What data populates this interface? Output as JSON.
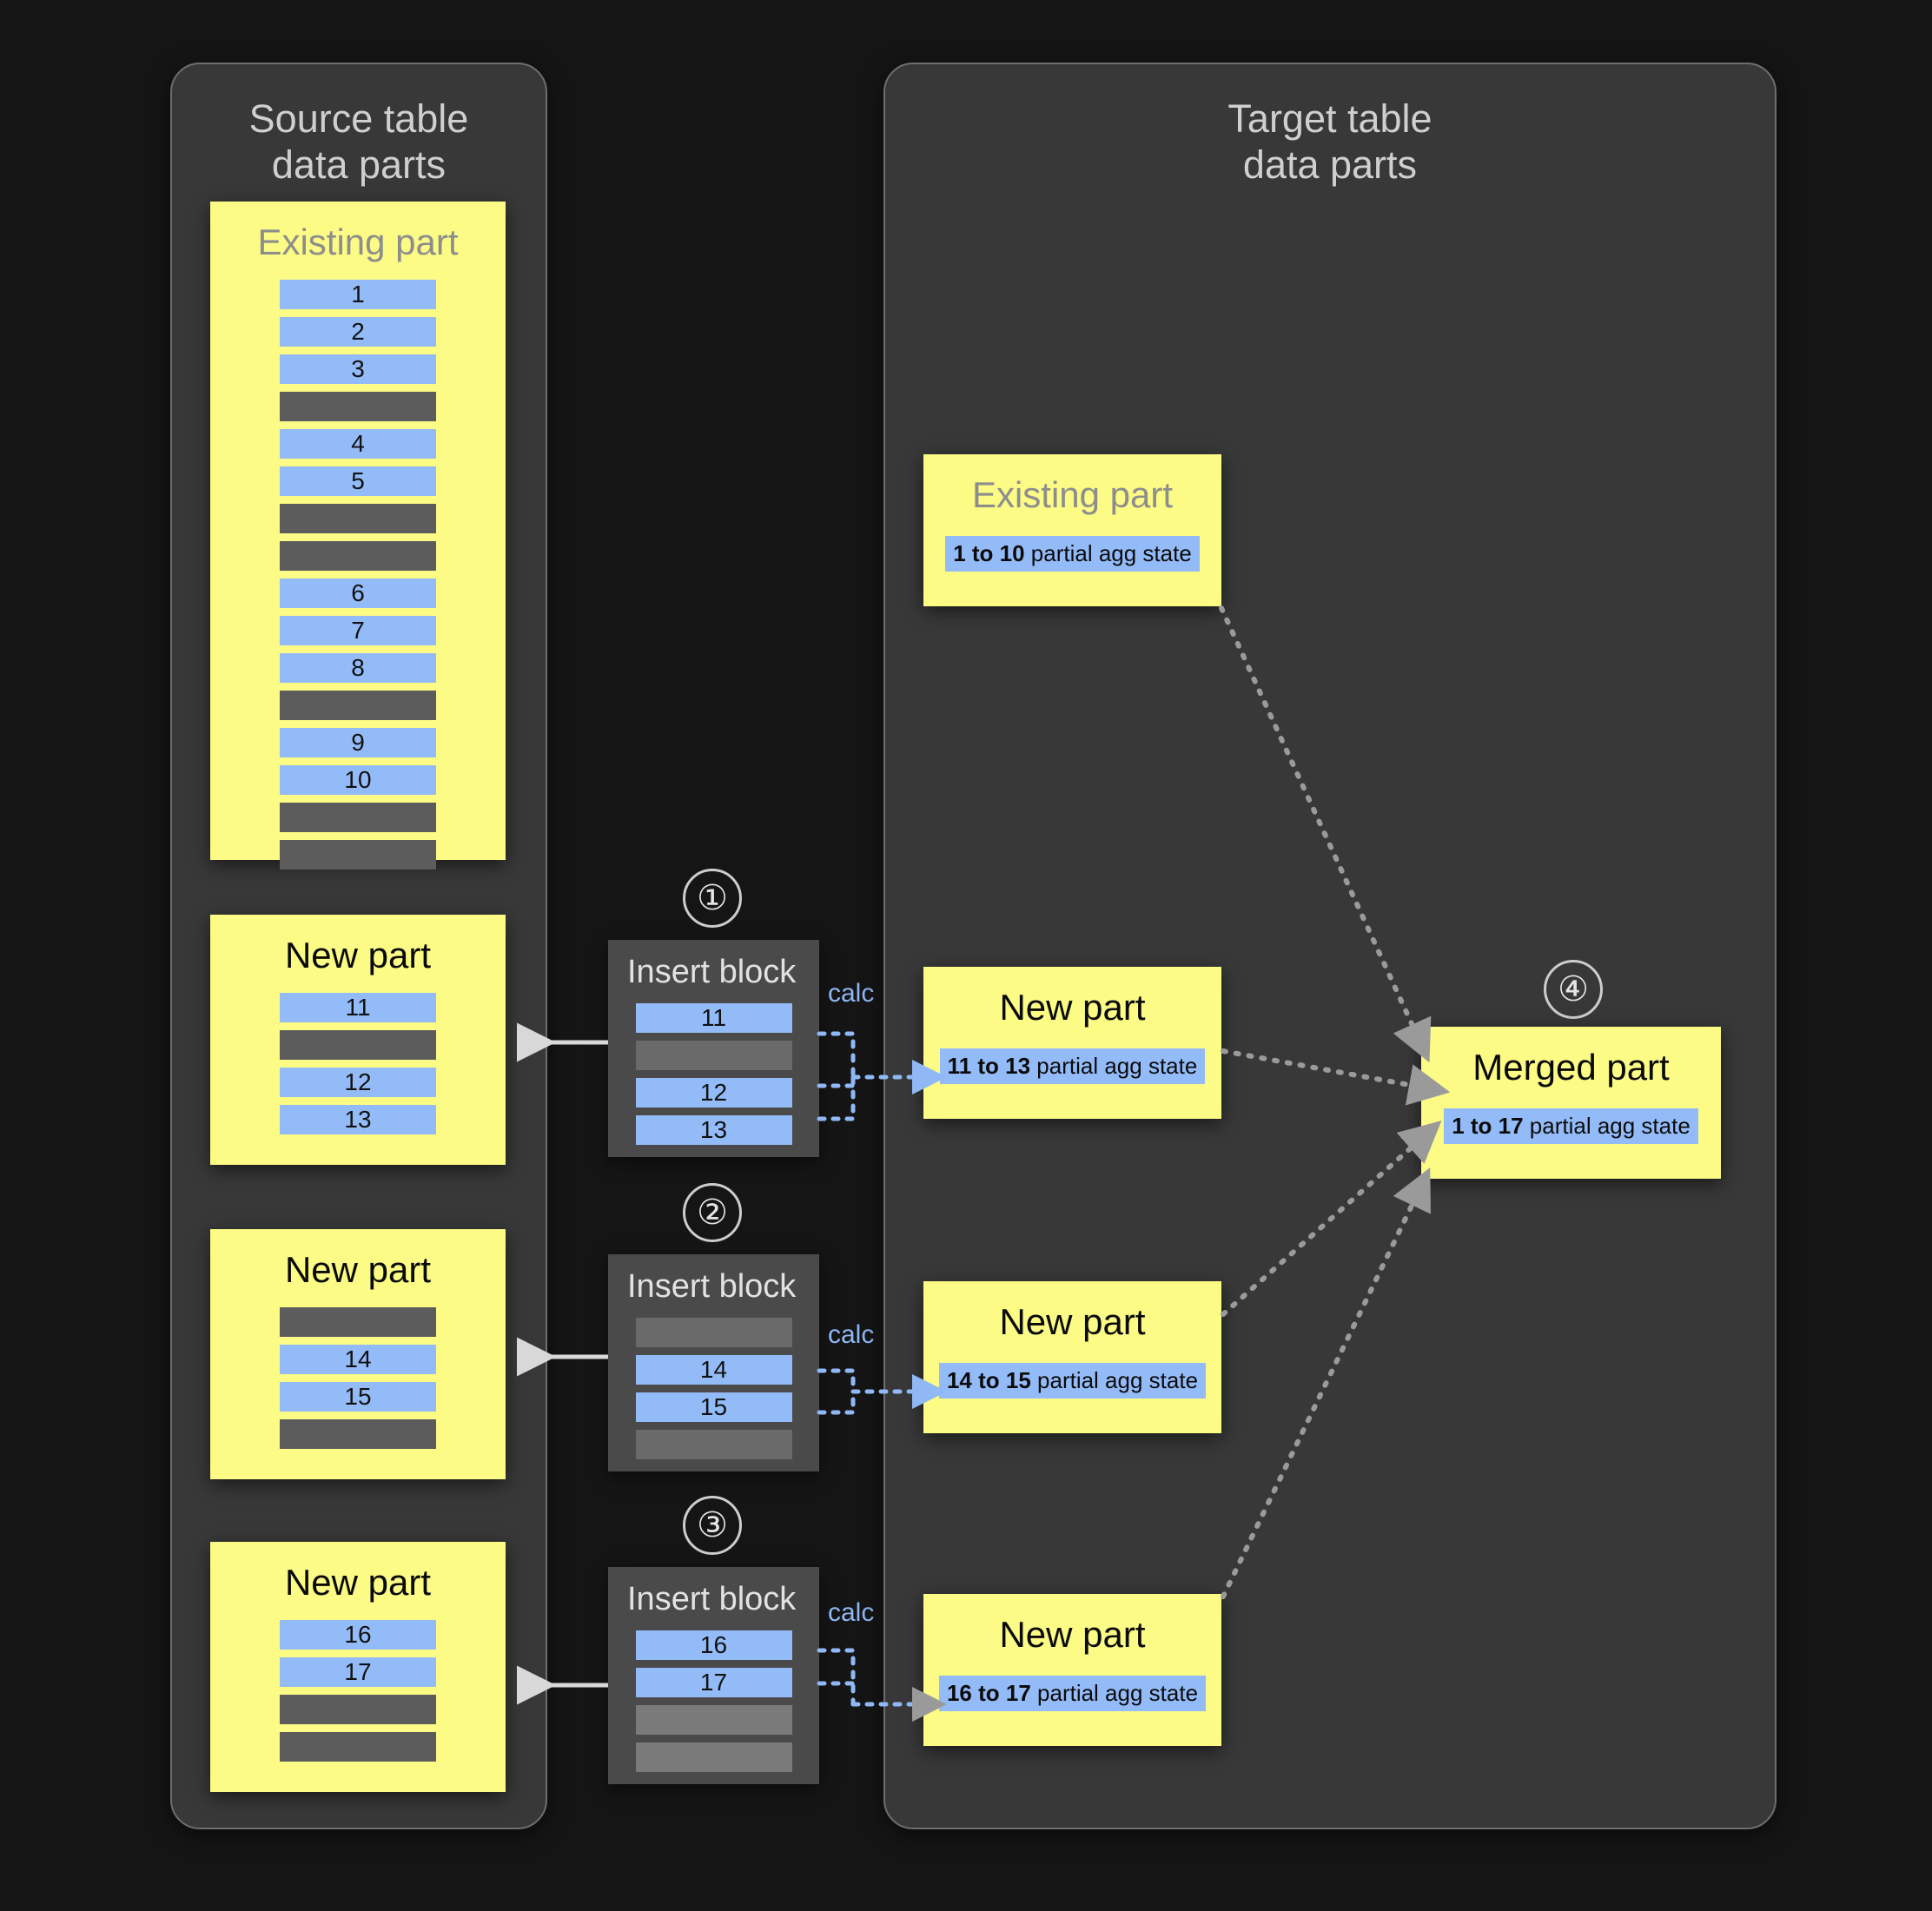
{
  "source_panel": {
    "title": "Source table\ndata parts"
  },
  "target_panel": {
    "title": "Target table\ndata parts"
  },
  "source_existing_part": {
    "title": "Existing part",
    "rows": [
      {
        "type": "blue",
        "label": "1"
      },
      {
        "type": "blue",
        "label": "2"
      },
      {
        "type": "blue",
        "label": "3"
      },
      {
        "type": "gray",
        "label": ""
      },
      {
        "type": "blue",
        "label": "4"
      },
      {
        "type": "blue",
        "label": "5"
      },
      {
        "type": "gray",
        "label": ""
      },
      {
        "type": "gray",
        "label": ""
      },
      {
        "type": "blue",
        "label": "6"
      },
      {
        "type": "blue",
        "label": "7"
      },
      {
        "type": "blue",
        "label": "8"
      },
      {
        "type": "gray",
        "label": ""
      },
      {
        "type": "blue",
        "label": "9"
      },
      {
        "type": "blue",
        "label": "10"
      },
      {
        "type": "gray",
        "label": ""
      },
      {
        "type": "gray",
        "label": ""
      }
    ]
  },
  "source_new_parts": [
    {
      "title": "New part",
      "rows": [
        {
          "type": "blue",
          "label": "11"
        },
        {
          "type": "gray",
          "label": ""
        },
        {
          "type": "blue",
          "label": "12"
        },
        {
          "type": "blue",
          "label": "13"
        }
      ]
    },
    {
      "title": "New part",
      "rows": [
        {
          "type": "gray",
          "label": ""
        },
        {
          "type": "blue",
          "label": "14"
        },
        {
          "type": "blue",
          "label": "15"
        },
        {
          "type": "gray",
          "label": ""
        }
      ]
    },
    {
      "title": "New part",
      "rows": [
        {
          "type": "blue",
          "label": "16"
        },
        {
          "type": "blue",
          "label": "17"
        },
        {
          "type": "gray",
          "label": ""
        },
        {
          "type": "gray",
          "label": ""
        }
      ]
    }
  ],
  "insert_blocks": [
    {
      "step": "①",
      "title": "Insert block",
      "calc_label": "calc",
      "rows": [
        {
          "type": "blue",
          "label": "11"
        },
        {
          "type": "gray",
          "label": ""
        },
        {
          "type": "blue",
          "label": "12"
        },
        {
          "type": "blue",
          "label": "13"
        }
      ]
    },
    {
      "step": "②",
      "title": "Insert block",
      "calc_label": "calc",
      "rows": [
        {
          "type": "gray",
          "label": ""
        },
        {
          "type": "blue",
          "label": "14"
        },
        {
          "type": "blue",
          "label": "15"
        },
        {
          "type": "gray",
          "label": ""
        }
      ]
    },
    {
      "step": "③",
      "title": "Insert block",
      "calc_label": "calc",
      "rows": [
        {
          "type": "blue",
          "label": "16"
        },
        {
          "type": "blue",
          "label": "17"
        },
        {
          "type": "gray",
          "label": ""
        },
        {
          "type": "gray",
          "label": ""
        }
      ]
    }
  ],
  "target_existing_part": {
    "title": "Existing part",
    "range": "1 to 10",
    "state_text": " partial agg state"
  },
  "target_new_parts": [
    {
      "title": "New part",
      "range": "11 to 13",
      "state_text": " partial agg state"
    },
    {
      "title": "New part",
      "range": "14 to 15",
      "state_text": " partial agg state"
    },
    {
      "title": "New part",
      "range": "16 to 17",
      "state_text": " partial agg state"
    }
  ],
  "merged_part": {
    "step": "④",
    "title": "Merged part",
    "range": "1 to 17",
    "state_text": " partial agg state"
  },
  "colors": {
    "background": "#151515",
    "panel": "#383838",
    "panel_border": "#6e6e6e",
    "yellow": "#fbfb85",
    "blue_row": "#93bbf8",
    "gray_row": "#5c5c5c",
    "insert_block": "#4a4a4a",
    "calc_text": "#8fb8f5",
    "arrow_solid": "#d8d8d8",
    "arrow_dotted": "#9a9a9a",
    "title_text": "#cfcfcf",
    "dim_title": "#8d8d8d"
  }
}
